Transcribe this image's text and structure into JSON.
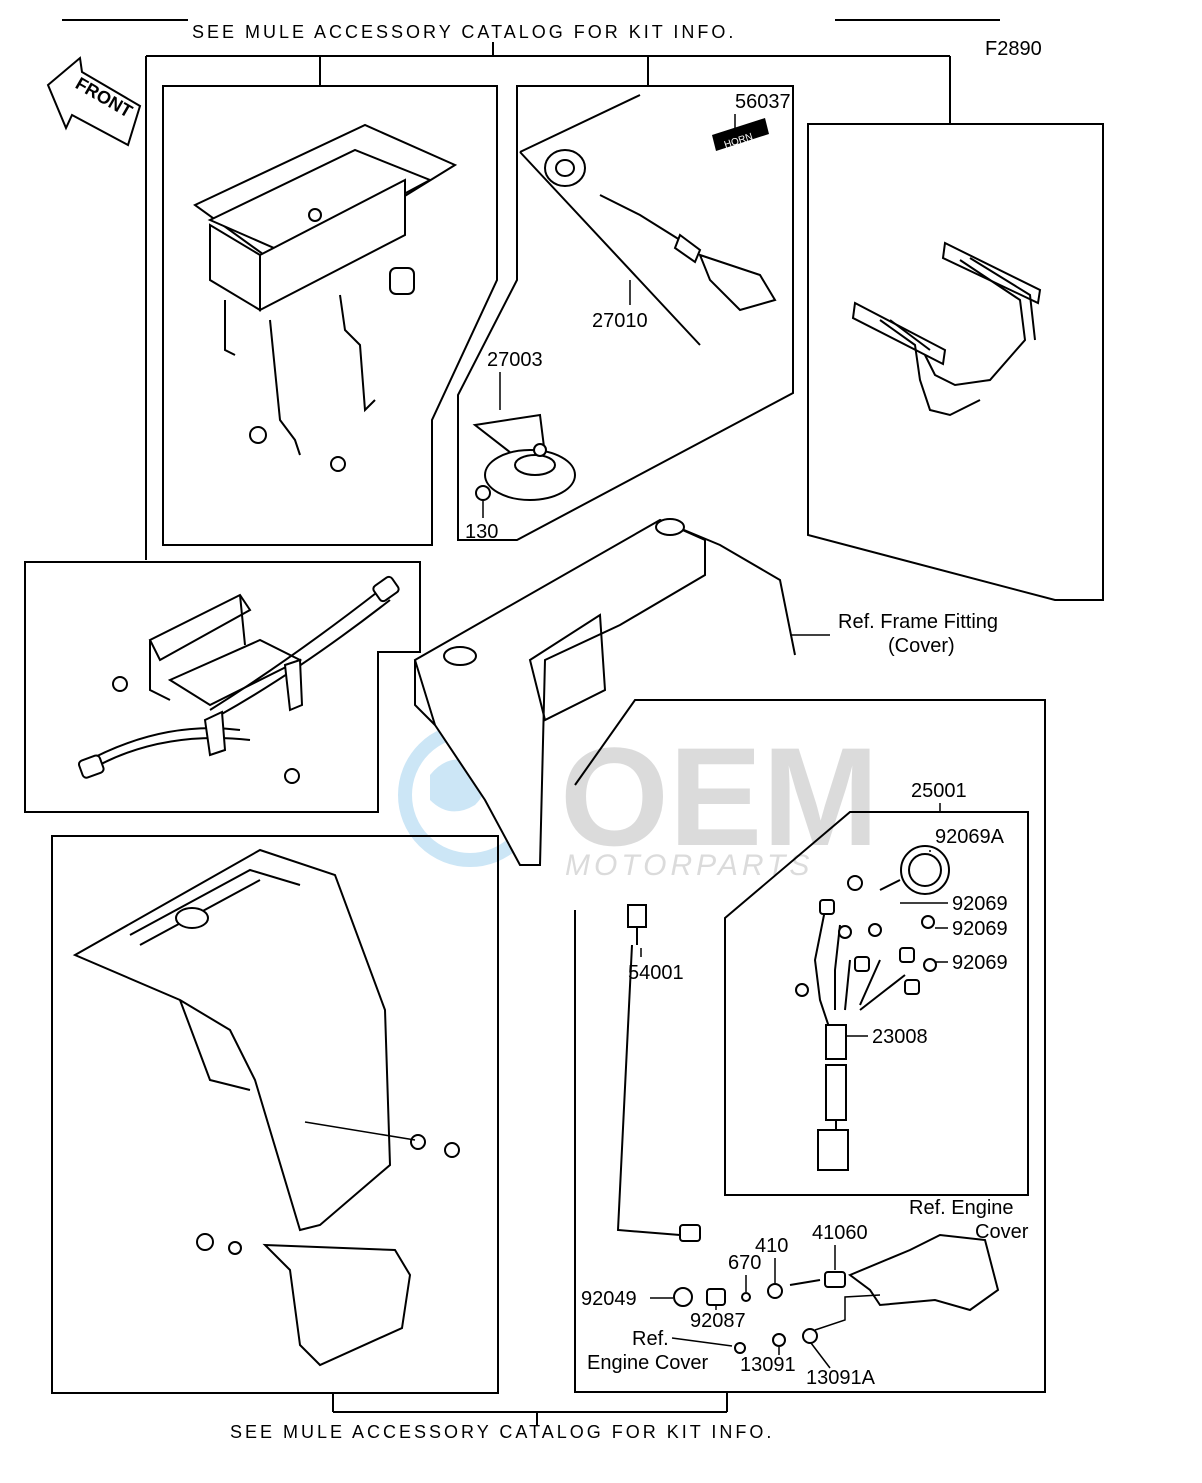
{
  "header_note": "SEE MULE ACCESSORY CATALOG FOR KIT INFO.",
  "footer_note": "SEE MULE ACCESSORY CATALOG FOR KIT INFO.",
  "figure_id": "F2890",
  "front_arrow": "FRONT",
  "horn_decal": "HORN",
  "watermark": {
    "primary": "OEM",
    "secondary": "MOTORPARTS"
  },
  "parts": {
    "p56037": "56037",
    "p27010": "27010",
    "p27003": "27003",
    "p130": "130",
    "p25001": "25001",
    "p92069A": "92069A",
    "p92069_a": "92069",
    "p92069_b": "92069",
    "p92069_c": "92069",
    "p54001": "54001",
    "p23008": "23008",
    "p410": "410",
    "p41060": "41060",
    "p670": "670",
    "p92049": "92049",
    "p92087": "92087",
    "p13091": "13091",
    "p13091A": "13091A"
  },
  "refs": {
    "frame_fitting_1": "Ref. Frame Fitting",
    "frame_fitting_2": "(Cover)",
    "engine_cover_top_1": "Ref. Engine",
    "engine_cover_top_2": "Cover",
    "engine_cover_bottom_1": "Ref.",
    "engine_cover_bottom_2": "Engine Cover"
  }
}
